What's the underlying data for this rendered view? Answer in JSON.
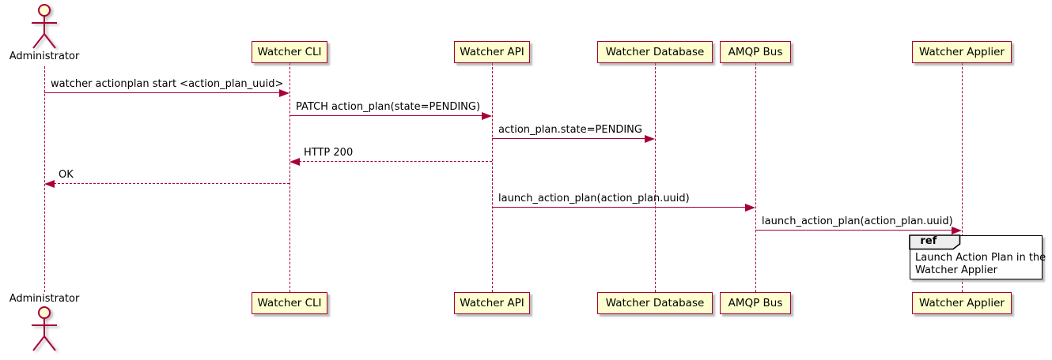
{
  "colors": {
    "accent": "#A80036",
    "participant_fill": "#FEFECE",
    "lifeline": "#A80036",
    "ref_tab_fill": "#EEEEEE",
    "ref_border": "#000000",
    "text": "#000000"
  },
  "actors": [
    {
      "name": "Administrator"
    }
  ],
  "participants": [
    {
      "name": "Watcher CLI"
    },
    {
      "name": "Watcher API"
    },
    {
      "name": "Watcher Database"
    },
    {
      "name": "AMQP Bus"
    },
    {
      "name": "Watcher Applier"
    }
  ],
  "messages": [
    {
      "label": "watcher actionplan start <action_plan_uuid>",
      "from": "Administrator",
      "to": "Watcher CLI",
      "style": "solid"
    },
    {
      "label": "PATCH action_plan(state=PENDING)",
      "from": "Watcher CLI",
      "to": "Watcher API",
      "style": "solid"
    },
    {
      "label": "action_plan.state=PENDING",
      "from": "Watcher API",
      "to": "Watcher Database",
      "style": "solid"
    },
    {
      "label": "HTTP 200",
      "from": "Watcher API",
      "to": "Watcher CLI",
      "style": "dashed"
    },
    {
      "label": "OK",
      "from": "Watcher CLI",
      "to": "Administrator",
      "style": "dashed"
    },
    {
      "label": "launch_action_plan(action_plan.uuid)",
      "from": "Watcher API",
      "to": "AMQP Bus",
      "style": "solid"
    },
    {
      "label": "launch_action_plan(action_plan.uuid)",
      "from": "AMQP Bus",
      "to": "Watcher Applier",
      "style": "solid"
    }
  ],
  "ref": {
    "keyword": "ref",
    "lines": [
      "Launch Action Plan in the",
      "Watcher Applier"
    ]
  }
}
